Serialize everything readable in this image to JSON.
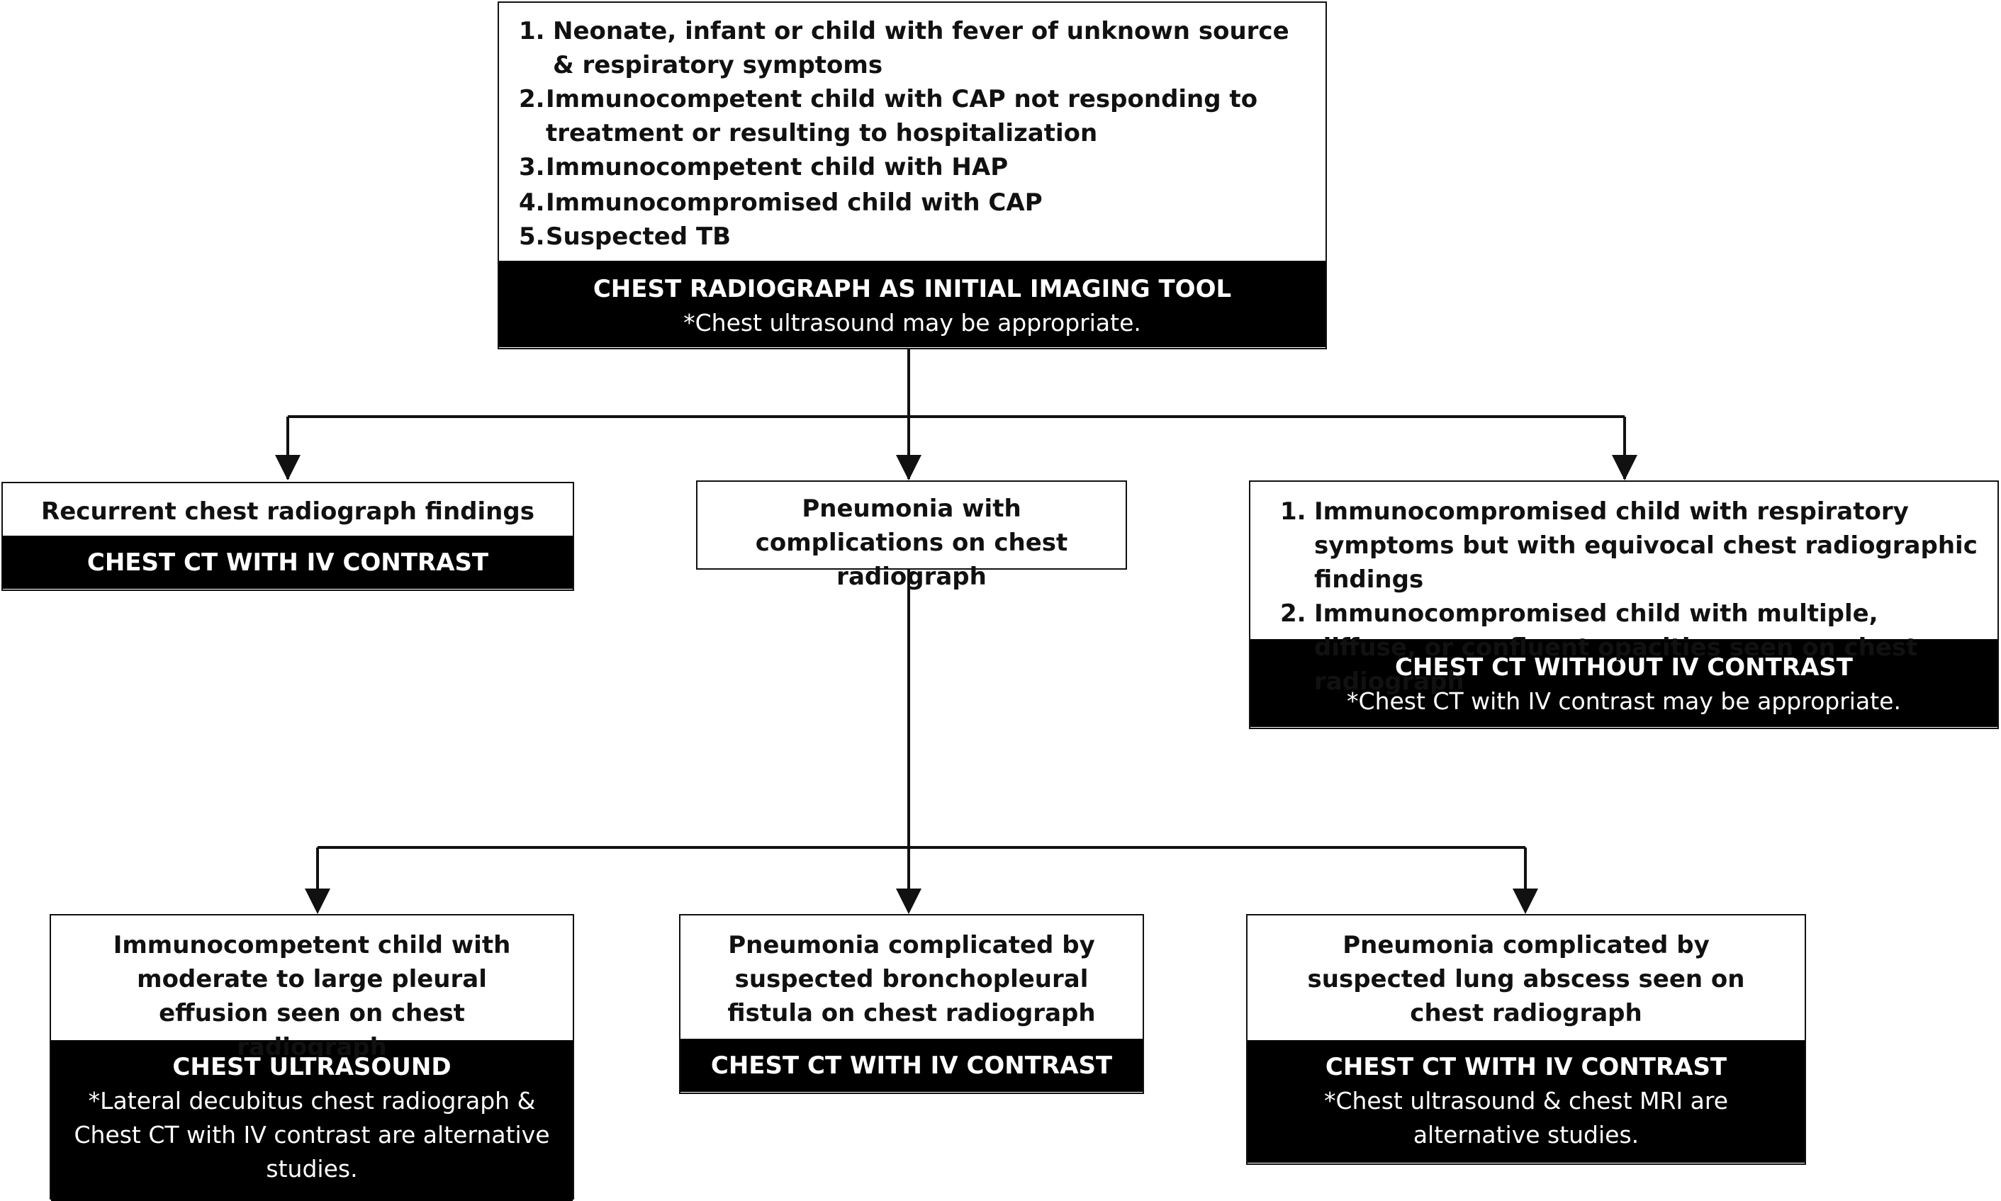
{
  "top": {
    "criteria": [
      {
        "num": "1.",
        "text": "Neonate, infant or child with fever of unknown source & respiratory symptoms"
      },
      {
        "num": "2.",
        "text": "Immunocompetent child with CAP not responding to treatment or resulting to hospitalization"
      },
      {
        "num": "3.",
        "text": "Immunocompetent child with HAP"
      },
      {
        "num": "4.",
        "text": "Immunocompromised child with CAP"
      },
      {
        "num": "5.",
        "text": "Suspected TB"
      }
    ],
    "recommendation": "CHEST RADIOGRAPH AS INITIAL IMAGING TOOL",
    "note": "*Chest ultrasound may be appropriate."
  },
  "recurrent": {
    "criteria": "Recurrent chest radiograph findings",
    "recommendation": "CHEST CT WITH IV CONTRAST"
  },
  "complications": {
    "criteria": "Pneumonia with complications on chest radiograph"
  },
  "immunocompromised": {
    "criteria": [
      {
        "num": "1.",
        "text": "Immunocompromised child with respiratory symptoms but with equivocal chest radiographic findings"
      },
      {
        "num": "2.",
        "text": "Immunocompromised child with multiple, diffuse, or confluent opacities seen on chest radiograph"
      }
    ],
    "recommendation": "CHEST CT WITHOUT IV CONTRAST",
    "note": "*Chest CT with IV contrast may be appropriate."
  },
  "effusion": {
    "criteria": "Immunocompetent child with moderate to large pleural effusion seen on chest radiograph",
    "recommendation": "CHEST ULTRASOUND",
    "note": "*Lateral decubitus chest radiograph & Chest CT with IV contrast are alternative studies."
  },
  "fistula": {
    "criteria": "Pneumonia complicated by suspected bronchopleural fistula on chest radiograph",
    "recommendation": "CHEST CT WITH IV CONTRAST"
  },
  "abscess": {
    "criteria": "Pneumonia complicated by suspected lung abscess seen on chest radiograph",
    "recommendation": "CHEST CT WITH IV CONTRAST",
    "note": "*Chest ultrasound & chest MRI are alternative studies."
  },
  "colors": {
    "line": "#111111",
    "header_bg": "#000000",
    "header_text": "#ffffff",
    "box_bg": "#ffffff"
  }
}
